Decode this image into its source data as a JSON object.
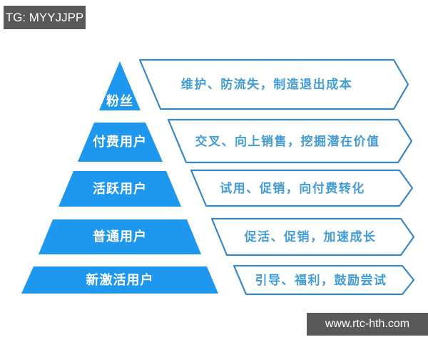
{
  "badge": {
    "text": "TG: MYYJJPP"
  },
  "footer": {
    "text": "www.rtc-hth.com"
  },
  "colors": {
    "pyramid_fill": "#1e98ee",
    "box_stroke": "#3a87c6",
    "box_fill": "#ffffff",
    "box_text": "#429cd6",
    "level_label_text": "#ffffff",
    "badge_bg": "#595959",
    "badge_text": "#ffffff"
  },
  "pyramid": {
    "levels": [
      {
        "label": "粉丝",
        "strategy": "维护、防流失，制造退出成本"
      },
      {
        "label": "付费用户",
        "strategy": "交叉、向上销售，挖掘潜在价值"
      },
      {
        "label": "活跃用户",
        "strategy": "试用、促销，向付费转化"
      },
      {
        "label": "普通用户",
        "strategy": "促活、促销，加速成长"
      },
      {
        "label": "新激活用户",
        "strategy": "引导、福利，鼓励尝试"
      }
    ]
  }
}
